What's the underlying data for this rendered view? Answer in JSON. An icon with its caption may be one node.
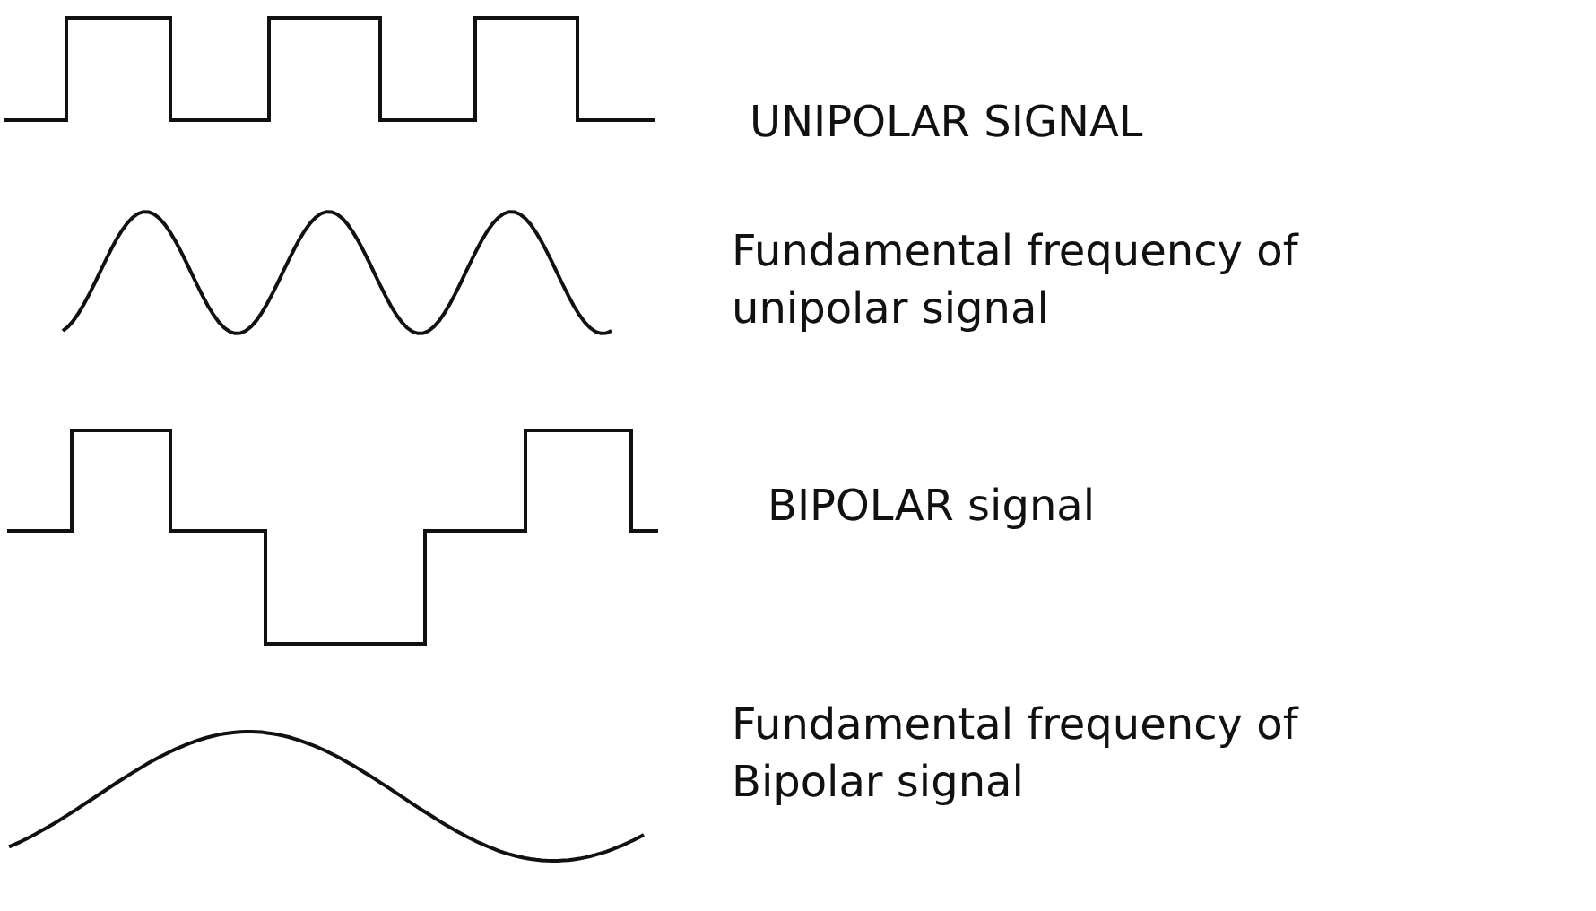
{
  "diagram": {
    "labels": [
      "UNIPOLAR SIGNAL",
      "Fundamental frequency of unipolar signal",
      "BIPOLAR signal",
      "Fundamental frequency of Bipolar signal"
    ]
  }
}
